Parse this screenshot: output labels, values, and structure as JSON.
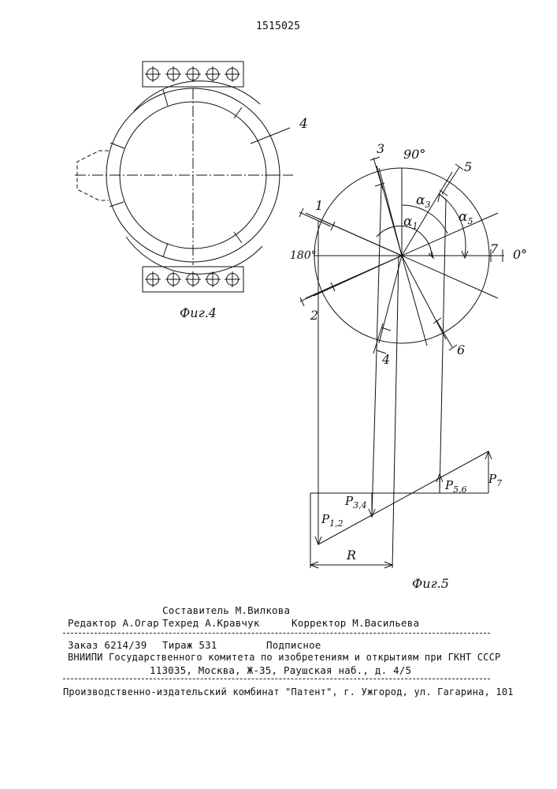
{
  "patent_number": "1515025",
  "fig4": {
    "caption": "Фиг.4",
    "callout": "4"
  },
  "fig5": {
    "caption": "Фиг.5",
    "angle_90": "90°",
    "angle_180": "180°",
    "angle_0": "0°",
    "points": [
      "1",
      "2",
      "3",
      "4",
      "5",
      "6",
      "7"
    ],
    "alpha1": "α",
    "alpha1_sub": "1",
    "alpha3": "α",
    "alpha3_sub": "3",
    "alpha5": "α",
    "alpha5_sub": "5",
    "p12": "P",
    "p12_sub": "1,2",
    "p34": "P",
    "p34_sub": "3,4",
    "p56": "P",
    "p56_sub": "5,6",
    "p7": "P",
    "p7_sub": "7",
    "radius": "R"
  },
  "footer": {
    "compiler": "Составитель М.Вилкова",
    "editor": "Редактор А.Огар",
    "techeditor": "Техред А.Кравчук",
    "corrector": "Корректор М.Васильева",
    "order": "Заказ 6214/39",
    "circulation": "Тираж 531",
    "subscription": "Подписное",
    "institute": "ВНИИПИ Государственного комитета по изобретениям и открытиям при ГКНТ СССР",
    "address": "113035, Москва, Ж-35, Раушская наб., д. 4/5",
    "publisher": "Производственно-издательский комбинат \"Патент\", г. Ужгород, ул. Гагарина, 101"
  }
}
